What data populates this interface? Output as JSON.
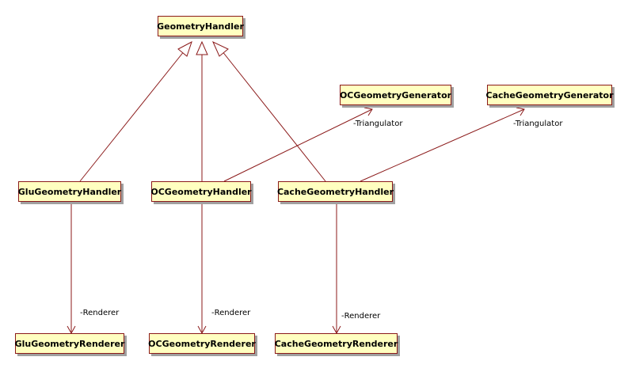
{
  "colors": {
    "class_fill": "#ffffc0",
    "class_border": "#8b1a1a",
    "edge": "#8b1a1a"
  },
  "classes": {
    "geometry_handler": "GeometryHandler",
    "oc_geometry_generator": "OCGeometryGenerator",
    "cache_geometry_generator": "CacheGeometryGenerator",
    "glu_geometry_handler": "GluGeometryHandler",
    "oc_geometry_handler": "OCGeometryHandler",
    "cache_geometry_handler": "CacheGeometryHandler",
    "glu_geometry_renderer": "GluGeometryRenderer",
    "oc_geometry_renderer": "OCGeometryRenderer",
    "cache_geometry_renderer": "CacheGeometryRenderer"
  },
  "roles": {
    "oc_triangulator": "-Triangulator",
    "cache_triangulator": "-Triangulator",
    "glu_renderer": "-Renderer",
    "oc_renderer": "-Renderer",
    "cache_renderer": "-Renderer"
  },
  "relationships": [
    {
      "type": "generalization",
      "from": "GluGeometryHandler",
      "to": "GeometryHandler"
    },
    {
      "type": "generalization",
      "from": "OCGeometryHandler",
      "to": "GeometryHandler"
    },
    {
      "type": "generalization",
      "from": "CacheGeometryHandler",
      "to": "GeometryHandler"
    },
    {
      "type": "association",
      "from": "OCGeometryHandler",
      "to": "OCGeometryGenerator",
      "role": "-Triangulator"
    },
    {
      "type": "association",
      "from": "CacheGeometryHandler",
      "to": "CacheGeometryGenerator",
      "role": "-Triangulator"
    },
    {
      "type": "association",
      "from": "GluGeometryHandler",
      "to": "GluGeometryRenderer",
      "role": "-Renderer"
    },
    {
      "type": "association",
      "from": "OCGeometryHandler",
      "to": "OCGeometryRenderer",
      "role": "-Renderer"
    },
    {
      "type": "association",
      "from": "CacheGeometryHandler",
      "to": "CacheGeometryRenderer",
      "role": "-Renderer"
    }
  ]
}
